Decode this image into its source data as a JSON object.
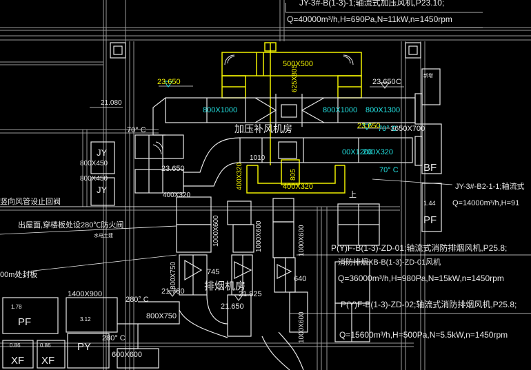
{
  "colors": {
    "background": "#000000",
    "duct_white": "#e8e8e8",
    "duct_yellow": "#f0f000",
    "dimension_cyan": "#22e0e0",
    "grid_gray": "#9a9a9a"
  },
  "top_labels": {
    "fan_title": "JY-3#-B(1-3)-1;轴流式加压风机,P23.10;",
    "fan_spec": "Q=40000m³/h,H=690Pa,N=11kW,n=1450rpm"
  },
  "supply_fan_room": {
    "room_name": "加压补风机房",
    "elev_left": "23.650",
    "elev_right": "23.650",
    "elev_right_suffix": "C",
    "elev_center": "23.650",
    "elev_lower": "23.650",
    "level_mark": "21.080",
    "duct_top": "500X500",
    "duct_left": "800X1000",
    "duct_mid": "800X1000",
    "duct_right": "800X1300",
    "duct_vertical": "625X805",
    "duct_lower": "00X1200",
    "duct_lower_b": "200X320",
    "duct_bottom": "400X320",
    "duct_diag": "400X320",
    "duct_805": "805",
    "dim_1010": "1010",
    "right_duct": "3650X700",
    "temp_70_left": "70° C",
    "temp_70_mid": "70° C",
    "temp_70_right": "70° C",
    "jy_tag": "JY",
    "jy_size": "800X450",
    "jy_size_2": "800X450",
    "bf_tag": "BF"
  },
  "right_labels": {
    "fan2_title": "JY-3#-B2-1-1;轴流式",
    "fan2_spec": "Q=14000m³/h,H=91",
    "pf_tag": "PF",
    "pf_size": "1.44",
    "exhaust1_title": "P(Y)F-B(1-3)-ZD-01;轴流式消防排烟风机,P25.8;",
    "exhaust1_sub": "消防排烟XB-B(1-3)-ZD-01风机",
    "exhaust1_spec": "Q=36000m³/h,H=980Pa,N=15kW,n=1450rpm",
    "exhaust2_title": "P(Y)F-B(1-3)-ZD-02;轴流式消防排烟风机,P25.8;",
    "exhaust2_spec": "Q=15600m³/h,H=500Pa,N=5.5kW,n=1450rpm",
    "small_text": "新增"
  },
  "left_labels": {
    "note1": "竖向风管设止回阀",
    "note2": "出屋面,穿楼板处设280℃防火阀",
    "note3": "00m处封板",
    "note_small": "水电土建",
    "duct_1400x900": "1400X900",
    "duct_600x600": "600X600",
    "pf_tag": "PF",
    "pf_size": "1.78",
    "py_tag": "PY",
    "py_size": "3.12",
    "xf_tag_1": "XF",
    "xf_tag_2": "XF",
    "xf_size_1": "0.86",
    "xf_size_2": "0.86",
    "temp_280": "280° C",
    "temp_280_b": "280° C"
  },
  "exhaust_room": {
    "room_name": "排烟机房",
    "elev_a": "21.780",
    "elev_b": "21.825",
    "elev_c": "21.650",
    "duct_a": "1000X600",
    "duct_b": "1000X600",
    "duct_c": "800X750",
    "duct_d": "800X750",
    "duct_e": "1000X600",
    "duct_f": "745",
    "duct_g": "640",
    "duct_h": "1000X600",
    "arrow_up": "上"
  }
}
